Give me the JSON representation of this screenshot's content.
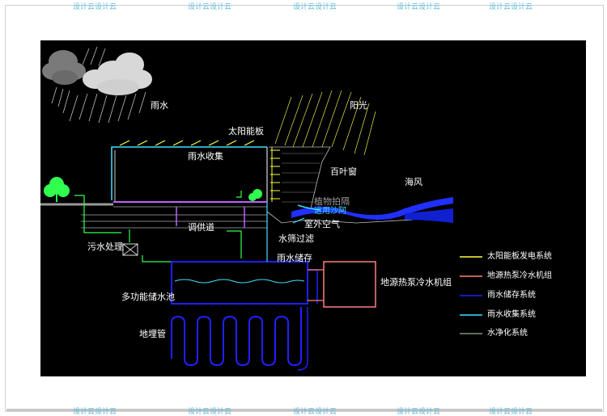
{
  "watermark": "设计云设计云",
  "labels": {
    "rain": "雨水",
    "sun": "阳光",
    "solar_panel": "太阳能板",
    "rain_collect": "雨水收集",
    "louver": "百叶窗",
    "sea_breeze": "海风",
    "plant_barrier": "植物拍隔",
    "sand": "运用沙阿",
    "outdoor_air": "室外空气",
    "regulating_channel": "调供道",
    "water_screen": "水筛过滤",
    "sewage": "污水处理",
    "rain_storage": "雨水储存",
    "heat_pump": "地源热泵冷水机组",
    "multi_pool": "多功能储水池",
    "ground_pipe": "地埋管"
  },
  "legend": [
    {
      "label": "太阳能板发电系统",
      "color": "#ffff40"
    },
    {
      "label": "地源热泵冷水机组",
      "color": "#ff7f7f"
    },
    {
      "label": "雨水储存系统",
      "color": "#2020ff"
    },
    {
      "label": "雨水收集系统",
      "color": "#40e0ff"
    },
    {
      "label": "水净化系统",
      "color": "#7f8f7f"
    }
  ]
}
